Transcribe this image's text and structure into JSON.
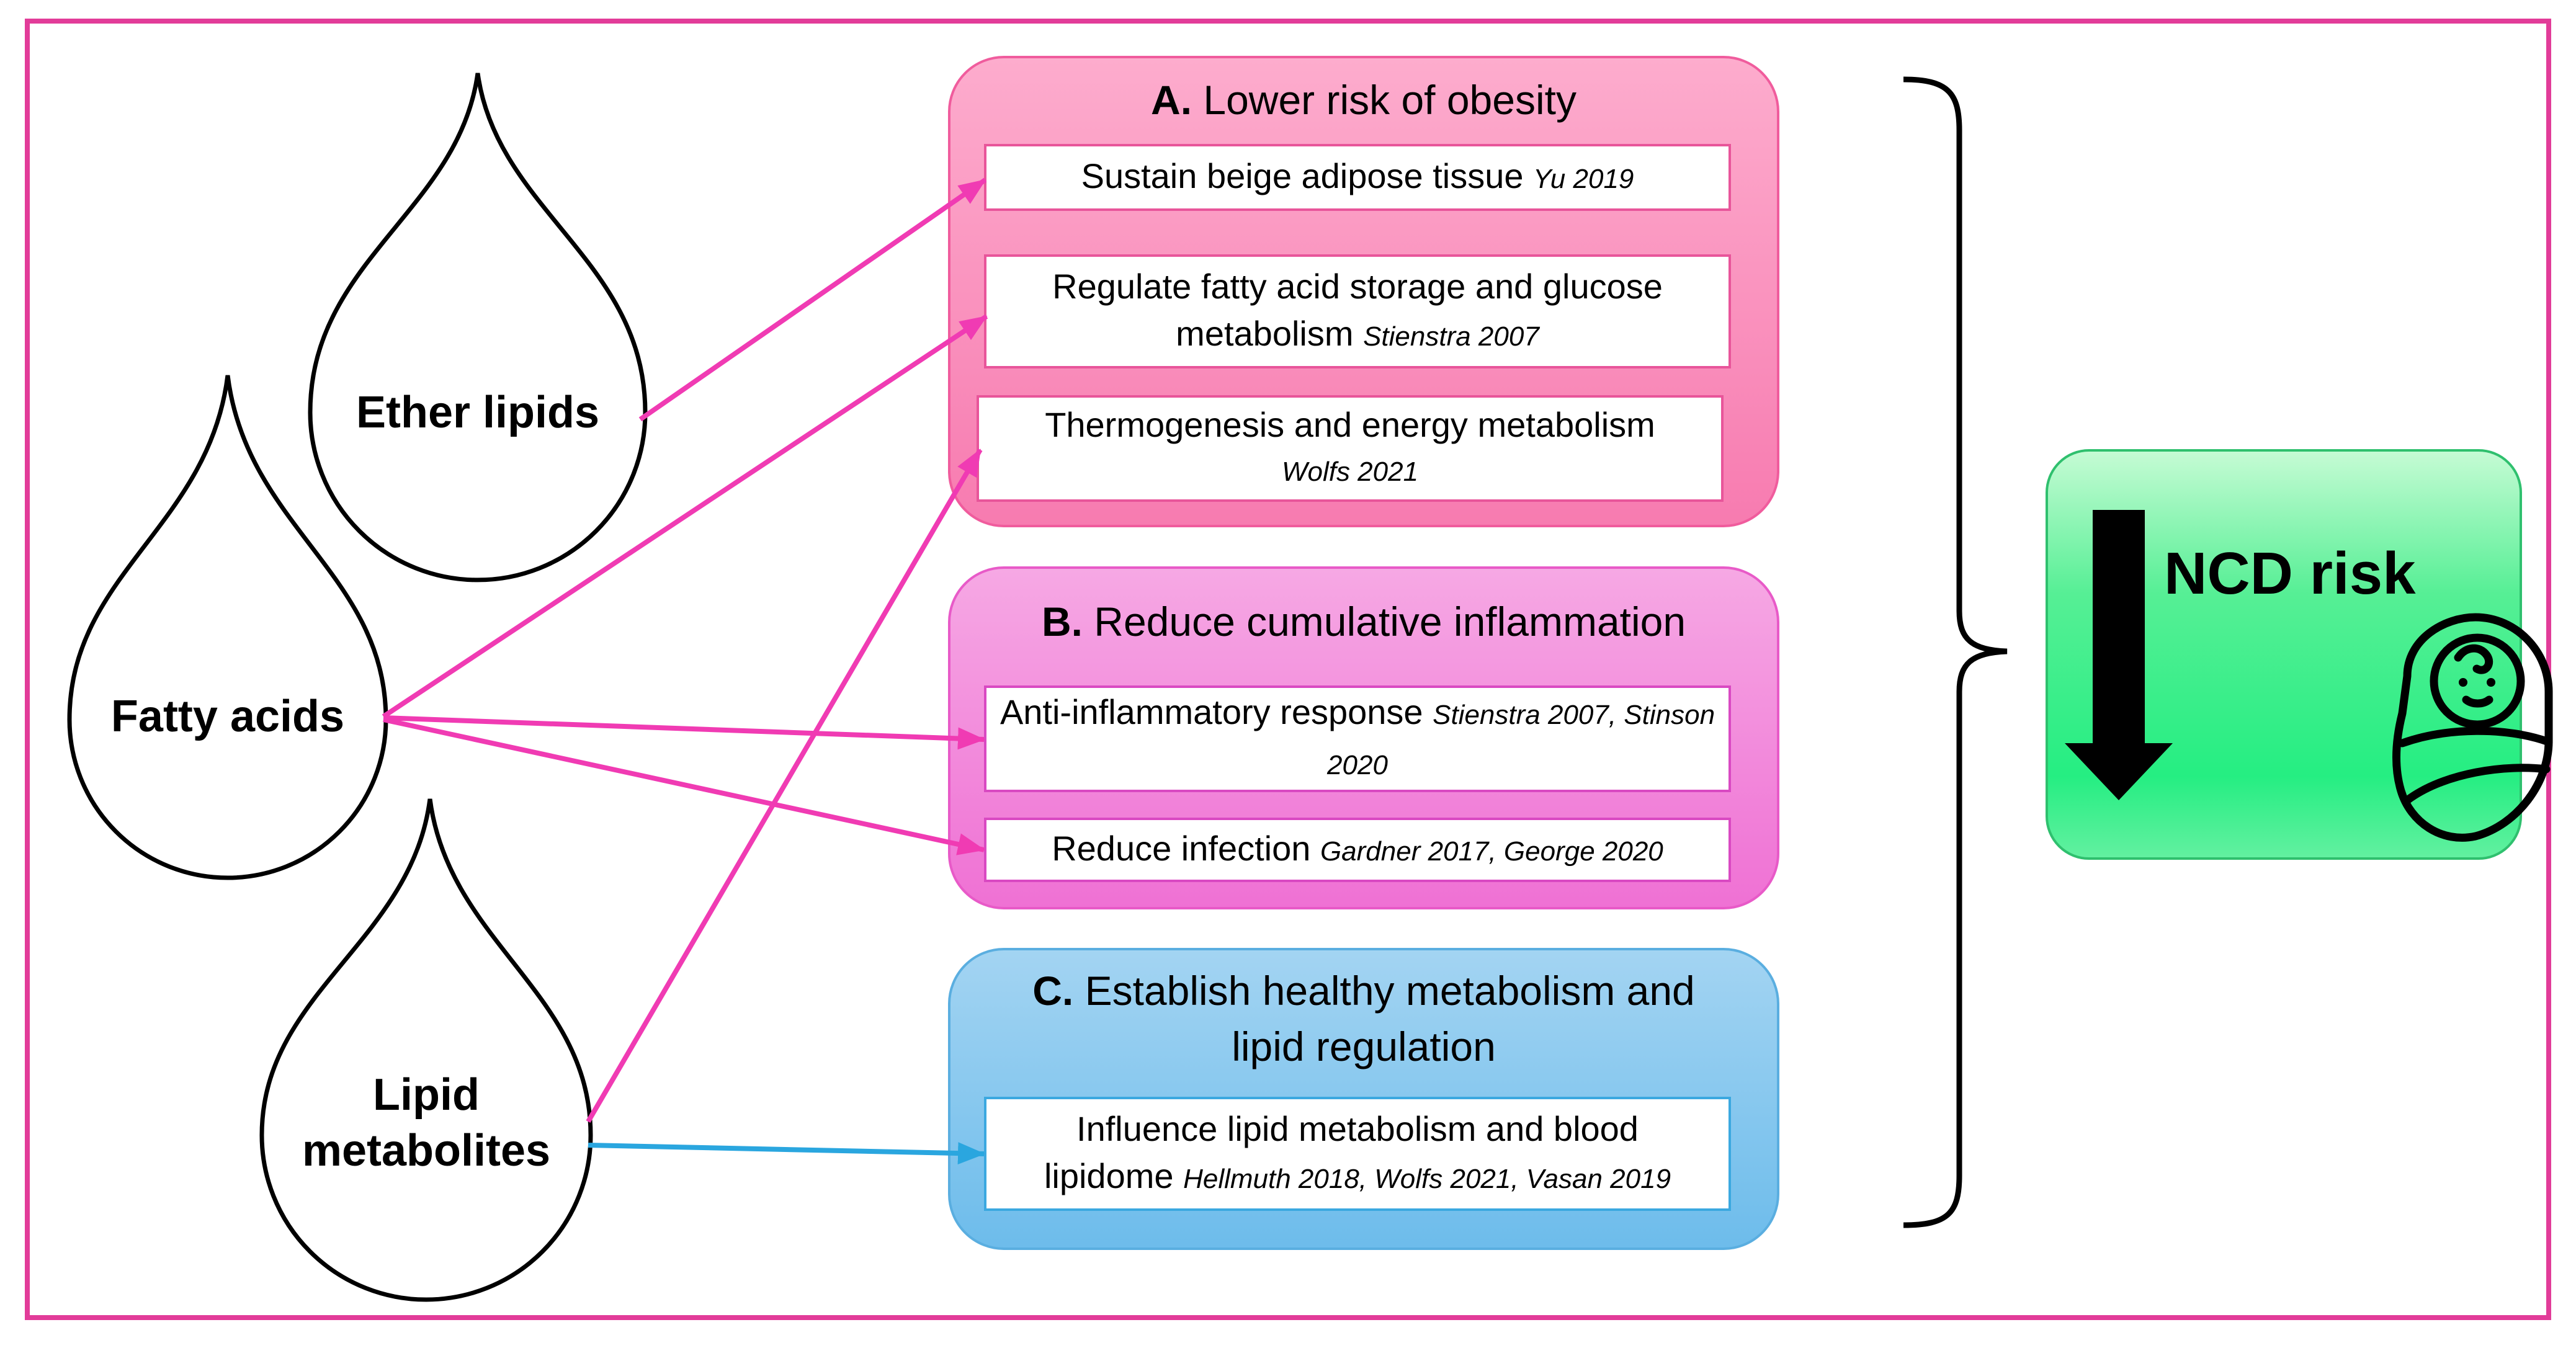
{
  "sources": {
    "ether": "Ether lipids",
    "fatty": "Fatty acids",
    "lipid_line1": "Lipid",
    "lipid_line2": "metabolites"
  },
  "panels": {
    "a": {
      "letter": "A.",
      "title": "Lower risk of obesity",
      "items": [
        {
          "text": "Sustain beige adipose tissue",
          "cite": "Yu 2019"
        },
        {
          "text": "Regulate fatty acid storage and glucose metabolism",
          "cite": "Stienstra 2007"
        },
        {
          "text": "Thermogenesis and energy metabolism",
          "cite": "Wolfs 2021"
        }
      ]
    },
    "b": {
      "letter": "B.",
      "title": "Reduce cumulative inflammation",
      "items": [
        {
          "text": "Anti-inflammatory response",
          "cite": "Stienstra 2007, Stinson 2020"
        },
        {
          "text": "Reduce infection",
          "cite": "Gardner 2017, George 2020"
        }
      ]
    },
    "c": {
      "letter": "C.",
      "title_line1": "Establish healthy metabolism and",
      "title_line2": "lipid regulation",
      "items": [
        {
          "text": "Influence lipid metabolism and blood lipidome",
          "cite": "Hellmuth 2018, Wolfs 2021, Vasan 2019"
        }
      ]
    }
  },
  "outcome": {
    "label": "NCD risk",
    "direction": "down",
    "icon": "swaddled-baby-icon"
  },
  "colors": {
    "frame": "#e23c99",
    "arrow_pink": "#f03bb3",
    "arrow_blue": "#2aa6df",
    "panel_a": "#f989bb",
    "panel_b": "#f18bdb",
    "panel_c": "#7fc5ee",
    "outcome": "#3ef08c"
  }
}
